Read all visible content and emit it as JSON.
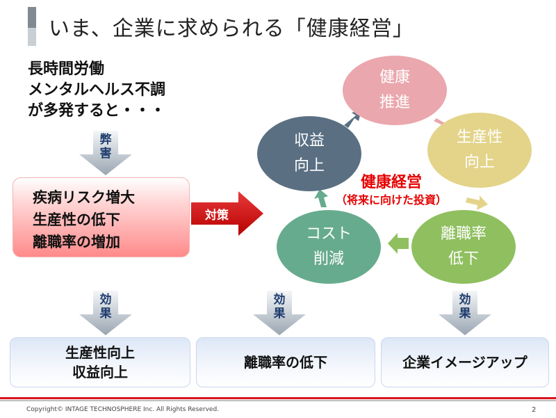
{
  "title": "いま、企業に求められる「健康経営」",
  "lead": {
    "line1": "長時間労働",
    "line2": "メンタルヘルス不調",
    "line3": "が多発すると・・・"
  },
  "arrow_harm": {
    "line1": "弊",
    "line2": "害"
  },
  "problem_box": {
    "line1": "疾病リスク増大",
    "line2": "生産性の低下",
    "line3": "離職率の増加"
  },
  "measure_arrow_label": "対策",
  "cycle": {
    "center_main": "健康経営",
    "center_sub": "（将来に向けた投資）",
    "nodes": {
      "kenko": {
        "line1": "健康",
        "line2": "推進"
      },
      "seisan": {
        "line1": "生産性",
        "line2": "向上"
      },
      "rishoku": {
        "line1": "離職率",
        "line2": "低下"
      },
      "cost": {
        "line1": "コスト",
        "line2": "削減"
      },
      "shueki": {
        "line1": "収益",
        "line2": "向上"
      }
    }
  },
  "effect_arrows": [
    {
      "line1": "効",
      "line2": "果"
    },
    {
      "line1": "効",
      "line2": "果"
    },
    {
      "line1": "効",
      "line2": "果"
    }
  ],
  "results": {
    "box1": {
      "line1": "生産性向上",
      "line2": "収益向上"
    },
    "box2": {
      "line1": "離職率の低下"
    },
    "box3": {
      "line1": "企業イメージアップ"
    }
  },
  "footer": {
    "copyright": "Copyright© INTAGE TECHNOSPHERE Inc. All Rights Reserved.",
    "page": "2"
  },
  "colors": {
    "accent_red": "#e60000",
    "kenko": "#eaa7ad",
    "seisan": "#e3d48a",
    "rishoku": "#8fbf5f",
    "cost": "#67ab8e",
    "shueki": "#5a6f82"
  }
}
